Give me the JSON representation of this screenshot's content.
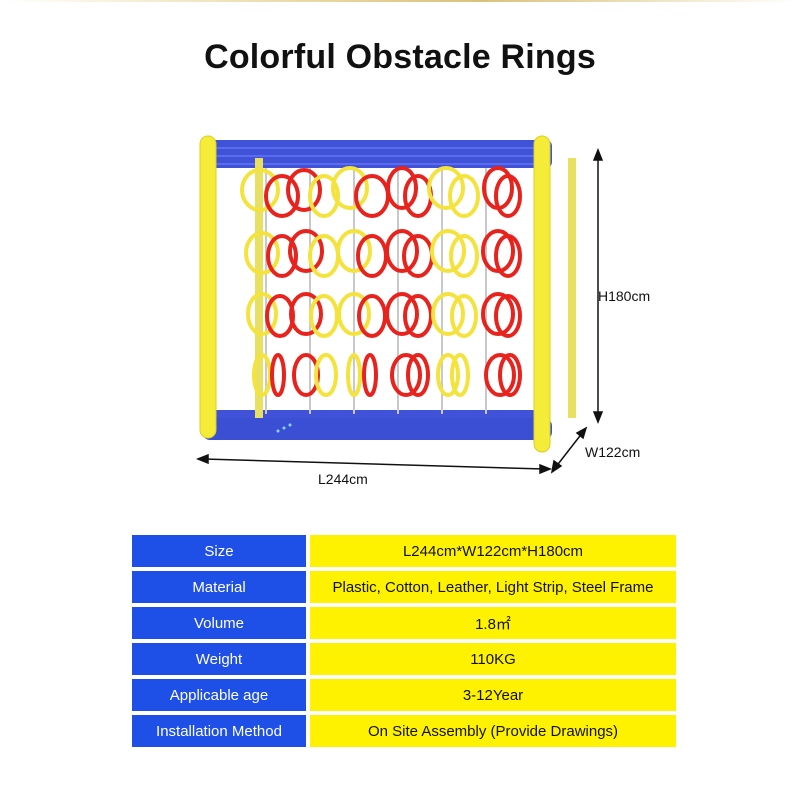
{
  "page": {
    "title": "Colorful Obstacle Rings"
  },
  "dimensions": {
    "height": "H180cm",
    "width": "W122cm",
    "length": "L244cm"
  },
  "colors": {
    "frame_blue": "#3f52d8",
    "pillar_yellow": "#f5ec3a",
    "ring_red": "#e8231d",
    "ring_yellow": "#f3e33c",
    "label_blue": "#1e4fe6",
    "value_yellow": "#fff200"
  },
  "specs": [
    {
      "label": "Size",
      "value": "L244cm*W122cm*H180cm"
    },
    {
      "label": "Material",
      "value": "Plastic, Cotton, Leather, Light Strip, Steel Frame"
    },
    {
      "label": "Volume",
      "value": "1.8㎡"
    },
    {
      "label": "Weight",
      "value": "110KG"
    },
    {
      "label": "Applicable age",
      "value": "3-12Year"
    },
    {
      "label": "Installation Method",
      "value": "On Site Assembly (Provide Drawings)"
    }
  ]
}
